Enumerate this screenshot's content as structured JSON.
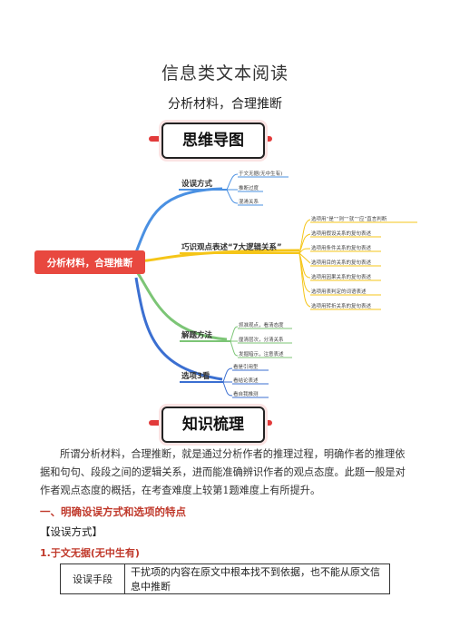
{
  "header": {
    "title": "信息类文本阅读",
    "subtitle": "分析材料，合理推断"
  },
  "banners": {
    "mindmap": "思维导图",
    "knowledge": "知识梳理"
  },
  "mindmap": {
    "center": "分析材料，合理推断",
    "branches": [
      {
        "label": "设误方式",
        "color": "#4a90e2",
        "leaves": [
          "于文无据(无中生有)",
          "推断过度",
          "混淆关系"
        ]
      },
      {
        "label": "巧识观点表述“7大逻辑关系”",
        "color": "#f5c518",
        "leaves": [
          "选项用“是”“则”“就”“应”直言判断",
          "选项用假设关系的复句表述",
          "选项用条件关系的复句表述",
          "选项用目的关系的复句表述",
          "选项用因果关系的复句表述",
          "选项用表判定的词语表述",
          "选项用转折关系的复句表述"
        ]
      },
      {
        "label": "解题方法",
        "color": "#7cc576",
        "leaves": [
          "抓准观点，看清态度",
          "厘清层次，分清关系",
          "发掘暗示，注意表述"
        ]
      },
      {
        "label": "选项3看",
        "color": "#3b6fd1",
        "leaves": [
          "看是引用型",
          "看结论表述",
          "看自我推测"
        ]
      }
    ]
  },
  "body": {
    "paragraph_plain": "所谓分析材料，合理推断，就是通过分析作者的推理过程，明确作者的推理依据和句句、段段之间的逻辑关系，进而能准确辨识作者的观点态度。此题一般是对作者观点态度的概括，在考查难度上较第1题难度上有所提升。",
    "section1": "一、明确设误方式和选项的特点",
    "section2": "【设误方式】",
    "section3": "1.于文无据(无中生有)"
  },
  "table": {
    "key": "设误手段",
    "value": "干扰项的内容在原文中根本找不到依据，也不能从原文信息中推断"
  }
}
